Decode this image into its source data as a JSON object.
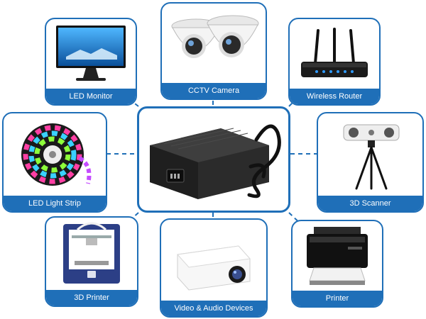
{
  "center": {
    "icon": "power-adapter-icon"
  },
  "devices": [
    {
      "label": "LED Monitor",
      "icon": "monitor-icon"
    },
    {
      "label": "CCTV Camera",
      "icon": "cctv-camera-icon"
    },
    {
      "label": "Wireless Router",
      "icon": "router-icon"
    },
    {
      "label": "LED Light Strip",
      "icon": "led-strip-icon"
    },
    {
      "label": "3D Scanner",
      "icon": "scanner-3d-icon"
    },
    {
      "label": "3D Printer",
      "icon": "printer-3d-icon"
    },
    {
      "label": "Video & Audio Devices",
      "icon": "projector-icon"
    },
    {
      "label": "Printer",
      "icon": "printer-icon"
    }
  ],
  "colors": {
    "accent": "#1f6fb8",
    "background": "#ffffff"
  }
}
